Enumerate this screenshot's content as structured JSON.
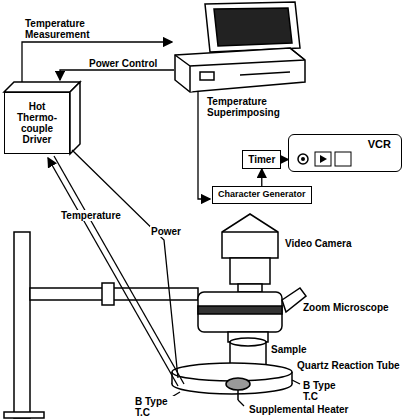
{
  "diagram": {
    "nodes": [
      {
        "text": [
          "Hot Thermo-couple Driver"
        ]
      },
      {
        "text": [
          "Timer"
        ]
      },
      {
        "text": [
          "VCR"
        ]
      },
      {
        "text": [
          "Character Generator"
        ]
      }
    ],
    "edges": [
      {
        "from": 3,
        "to": 1,
        "arrow": "to"
      },
      {
        "from": 1,
        "to": 2,
        "arrow": "to"
      }
    ],
    "labels": [
      "Temperature Measurement",
      "Power Control",
      "Temperature Superimposing",
      "Temperature",
      "Power",
      "Video Camera",
      "Zoom Microscope",
      "Sample",
      "Quartz Reaction Tube",
      "B Type T.C",
      "B Type T.C",
      "Supplemental Heater"
    ]
  }
}
